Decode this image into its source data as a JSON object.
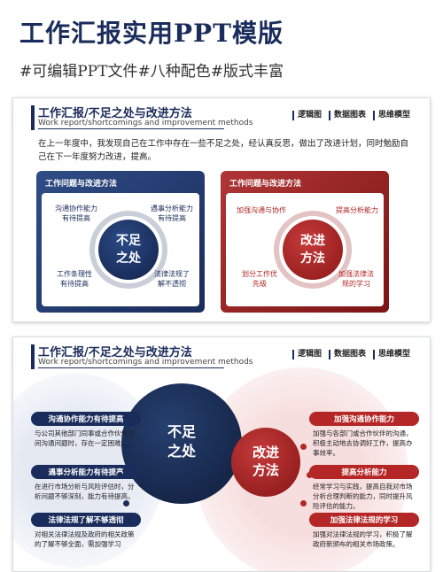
{
  "header": {
    "title": "工作汇报实用PPT模版",
    "subtitle": "#可编辑PPT文件#八种配色#版式丰富"
  },
  "slide1": {
    "title": "工作汇报/不足之处与改进方法",
    "subtitle_en": "Work report/shortcomings and improvement methods",
    "tags": [
      "逻辑图",
      "数据图表",
      "思维模型"
    ],
    "intro": "在上一年度中，我发现自己在工作中存在一些不足之处，经认真反思，做出了改进计划，同时勉励自己在下一年度努力改进，提高。",
    "left": {
      "head": "工作问题与改进方法",
      "center": "不足\n之处",
      "labels": [
        "沟通协作能力\n有待提高",
        "遇事分析能力\n有待提高",
        "工作条理性\n有待提高",
        "法律法规了\n解不透彻"
      ]
    },
    "right": {
      "head": "工作问题与改进方法",
      "center": "改进\n方法",
      "labels": [
        "加强沟通与协作",
        "提高分析能力",
        "划分工作优\n先级",
        "加强法律法\n规的学习"
      ]
    }
  },
  "slide2": {
    "title": "工作汇报/不足之处与改进方法",
    "subtitle_en": "Work report/shortcomings and improvement methods",
    "tags": [
      "逻辑图",
      "数据图表",
      "思维模型"
    ],
    "left_center": "不足\n之处",
    "right_center": "改进\n方法",
    "left_items": [
      {
        "title": "沟通协作能力有待提高",
        "desc": "与公司其他部门同事或合作伙伴之间沟通问题时，存在一定困难。"
      },
      {
        "title": "遇事分析能力有待提高",
        "desc": "在进行市场分析与风险评估时，分析问题不够深刻，能力有待提高。"
      },
      {
        "title": "法律法规了解不够透彻",
        "desc": "对相关法律法规及政府的相关政策的了解不够全面，需加强学习"
      }
    ],
    "right_items": [
      {
        "title": "加强沟通协作能力",
        "desc": "加强与各部门或合作伙伴的沟通，积极主动地去协调好工作，提高办事效率。"
      },
      {
        "title": "提高分析能力",
        "desc": "经常学习与实践，提高自我对市场分析合理判断的能力，同时提升风险评估的能力。"
      },
      {
        "title": "加强法律法规的学习",
        "desc": "加强对法律法规的学习，积极了解政府新颁布的相关市场政策。"
      }
    ]
  },
  "colors": {
    "navy": "#1a2c5b",
    "red": "#b52626"
  }
}
